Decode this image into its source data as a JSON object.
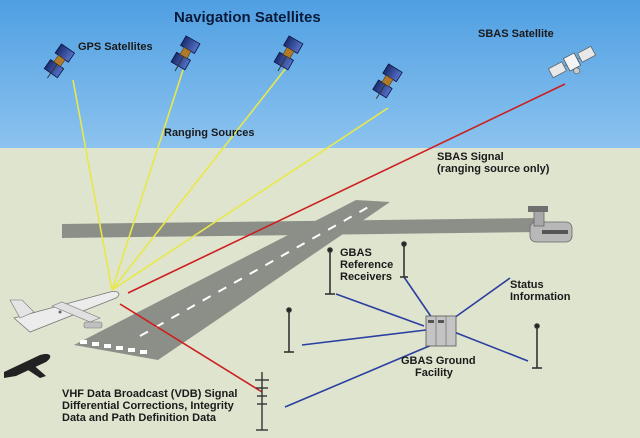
{
  "diagram": {
    "title": "Navigation Satellites",
    "gps_satellites_label": "GPS Satellites",
    "ranging_sources_label": "Ranging Sources",
    "sbas_satellite_label": "SBAS Satellite",
    "sbas_signal_label": "SBAS Signal",
    "sbas_signal_note": "(ranging source only)",
    "reference_receivers_label": [
      "GBAS",
      "Reference",
      "Receivers"
    ],
    "status_information_label": [
      "Status",
      "Information"
    ],
    "ground_facility_label": [
      "GBAS Ground",
      "Facility"
    ],
    "vdb_label": [
      "VHF Data Broadcast (VDB) Signal",
      "Differential Corrections, Integrity",
      "Data and Path Definition Data"
    ]
  },
  "colors": {
    "sky": "#5fa9e6",
    "ground": "#dfe4cf",
    "runway": "#8c8f88",
    "ranging_signal": "#e8e84a",
    "sbas_signal": "#cc2020",
    "data_link": "#2a3fa0"
  }
}
